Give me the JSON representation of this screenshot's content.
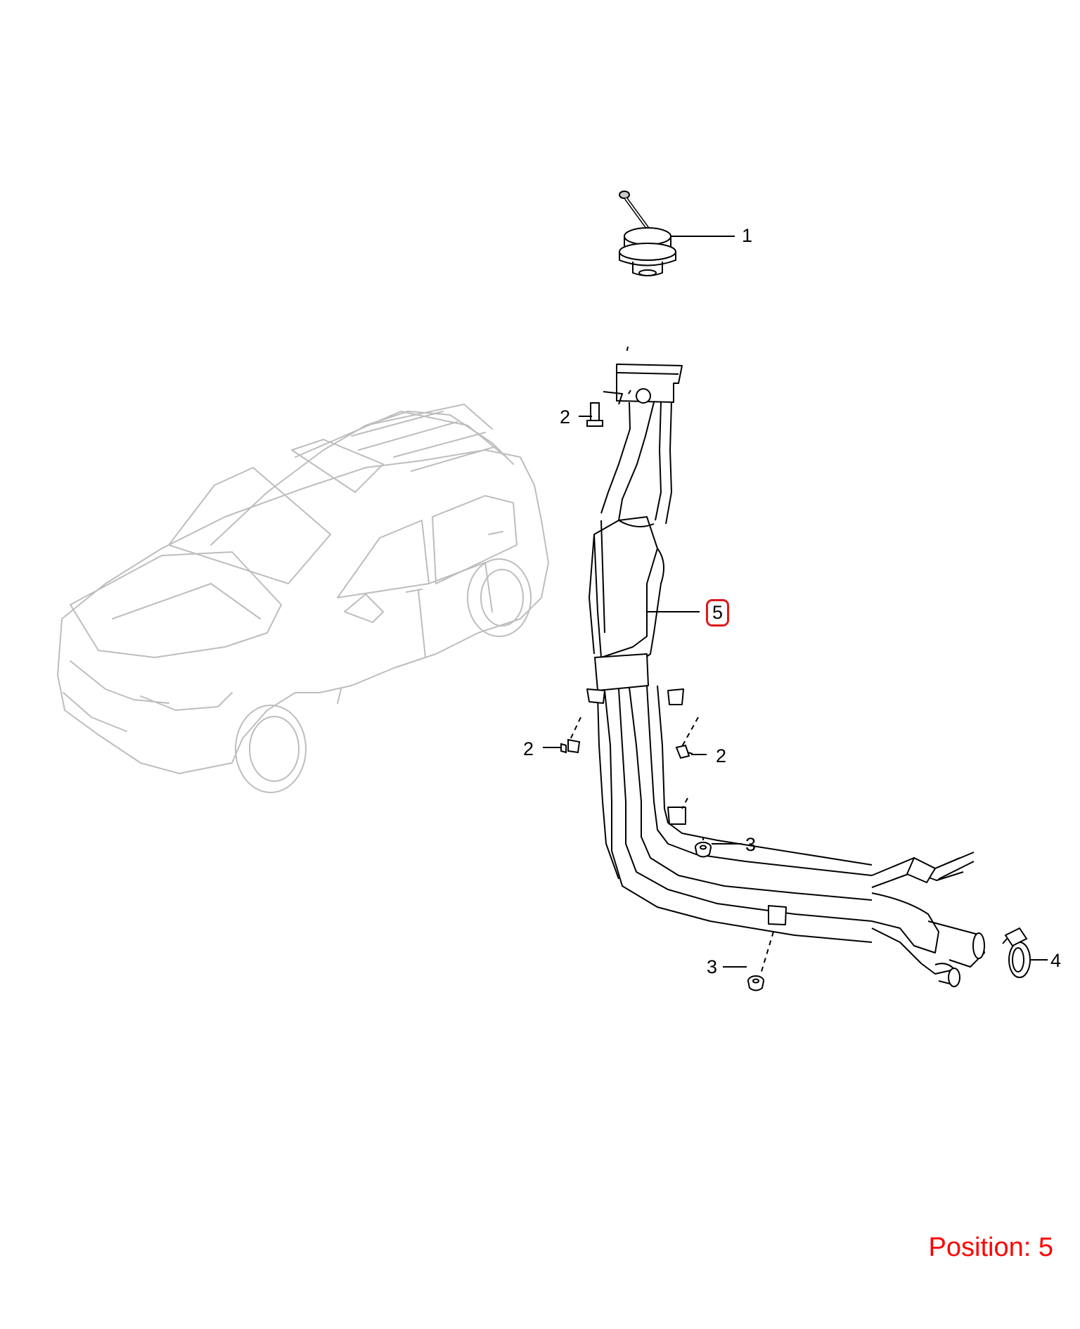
{
  "callouts": [
    {
      "id": "p1",
      "label": "1"
    },
    {
      "id": "p2a",
      "label": "2"
    },
    {
      "id": "p5",
      "label": "5"
    },
    {
      "id": "p2b",
      "label": "2"
    },
    {
      "id": "p2c",
      "label": "2"
    },
    {
      "id": "p3a",
      "label": "3"
    },
    {
      "id": "p3b",
      "label": "3"
    },
    {
      "id": "p4",
      "label": "4"
    }
  ],
  "selected_callout": "5",
  "position_label": "Position: 5",
  "colors": {
    "line": "#000000",
    "vehicle_outline": "#bdbdbd",
    "highlight": "#e01818",
    "position_text": "#ff0000"
  }
}
